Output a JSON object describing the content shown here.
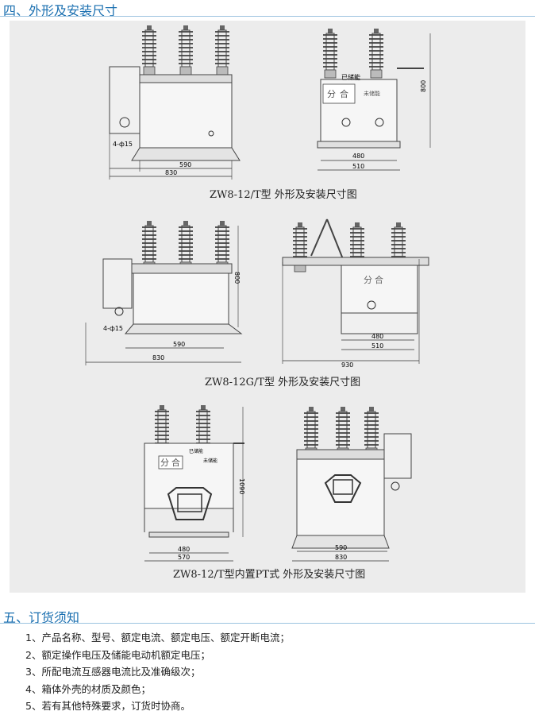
{
  "section4": {
    "title": "四、外形及安装尺寸"
  },
  "section5": {
    "title": "五、订货须知"
  },
  "figures": [
    {
      "caption": "ZW8-12/T型 外形及安装尺寸图",
      "front_dims": [
        "4-ф15",
        "590",
        "830"
      ],
      "side_dims": [
        "800",
        "480",
        "510"
      ],
      "panel_labels": [
        "已储能",
        "分",
        "合",
        "未储能"
      ]
    },
    {
      "caption": "ZW8-12G/T型 外形及安装尺寸图",
      "front_dims": [
        "4-ф15",
        "800",
        "590",
        "830"
      ],
      "side_dims": [
        "480",
        "510",
        "930"
      ],
      "panel_labels": [
        "分",
        "合"
      ]
    },
    {
      "caption": "ZW8-12/T型内置PT式 外形及安装尺寸图",
      "front_dims": [
        "1090",
        "480",
        "570"
      ],
      "side_dims": [
        "590",
        "830"
      ],
      "panel_labels": [
        "分",
        "合",
        "已储能",
        "未储能"
      ]
    }
  ],
  "order_notes": [
    "1、产品名称、型号、额定电流、额定电压、额定开断电流；",
    "2、额定操作电压及储能电动机额定电压；",
    "3、所配电流互感器电流比及准确级次；",
    "4、箱体外壳的材质及颜色；",
    "5、若有其他特殊要求，订货时协商。"
  ],
  "colors": {
    "heading": "#1a6fb0",
    "rule": "#9cc3e0",
    "panel": "#ececec"
  }
}
